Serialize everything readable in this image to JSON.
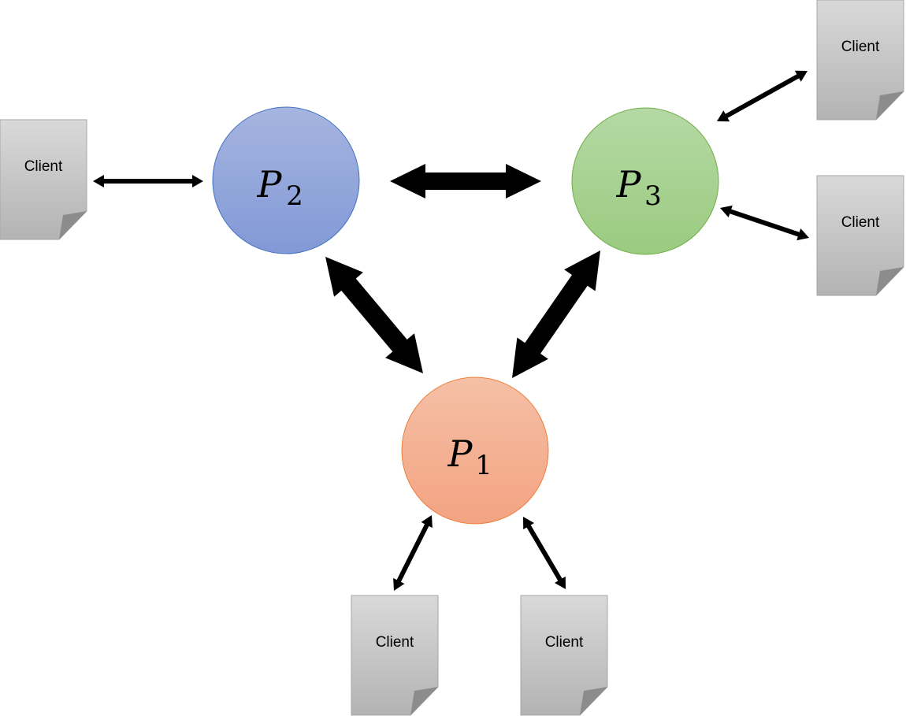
{
  "nodes": [
    {
      "id": "p1",
      "letter": "P",
      "subscript": "1",
      "fill_top": "#f5c0a6",
      "fill_bottom": "#f3a382",
      "stroke": "#ee7f3b"
    },
    {
      "id": "p2",
      "letter": "P",
      "subscript": "2",
      "fill_top": "#a6b5e0",
      "fill_bottom": "#8299d6",
      "stroke": "#4472c4"
    },
    {
      "id": "p3",
      "letter": "P",
      "subscript": "3",
      "fill_top": "#b5d9a5",
      "fill_bottom": "#9acb80",
      "stroke": "#70ad47"
    }
  ],
  "clients": [
    {
      "id": "client-left",
      "label": "Client",
      "connects_to": "p2"
    },
    {
      "id": "client-top-right",
      "label": "Client",
      "connects_to": "p3"
    },
    {
      "id": "client-mid-right",
      "label": "Client",
      "connects_to": "p3"
    },
    {
      "id": "client-bottom-left",
      "label": "Client",
      "connects_to": "p1"
    },
    {
      "id": "client-bottom-right",
      "label": "Client",
      "connects_to": "p1"
    }
  ],
  "links": [
    {
      "from": "p2",
      "to": "p3",
      "style": "thick"
    },
    {
      "from": "p2",
      "to": "p1",
      "style": "thick"
    },
    {
      "from": "p3",
      "to": "p1",
      "style": "thick"
    }
  ],
  "colors": {
    "arrow": "#000000",
    "client_fill_top": "#d9d9d9",
    "client_fill_bottom": "#b3b3b3",
    "client_fold": "#8c8c8c",
    "client_border": "#a6a6a6"
  }
}
